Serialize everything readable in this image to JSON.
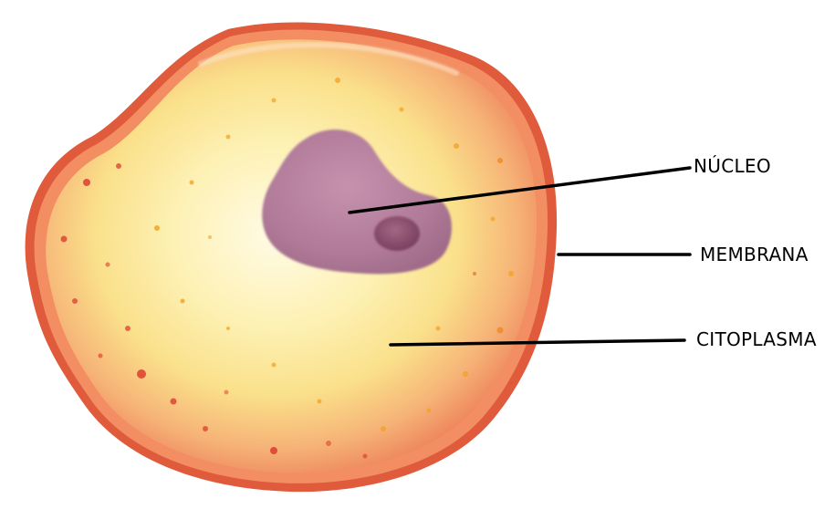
{
  "diagram": {
    "labels": {
      "nucleus": "NÚCLEO",
      "membrane": "MEMBRANA",
      "cytoplasm": "CITOPLASMA"
    },
    "colors": {
      "membrane_outer": "#e0553a",
      "membrane_inner": "#f08a5a",
      "cytoplasm_center": "#fffbe0",
      "cytoplasm_mid": "#fbe38c",
      "cytoplasm_edge": "#f4a46a",
      "nucleus": "#b07a98",
      "nucleolus": "#8a4f6e",
      "granule_red": "#d8342a",
      "granule_orange": "#f1a020",
      "leader_line": "#000000"
    }
  }
}
